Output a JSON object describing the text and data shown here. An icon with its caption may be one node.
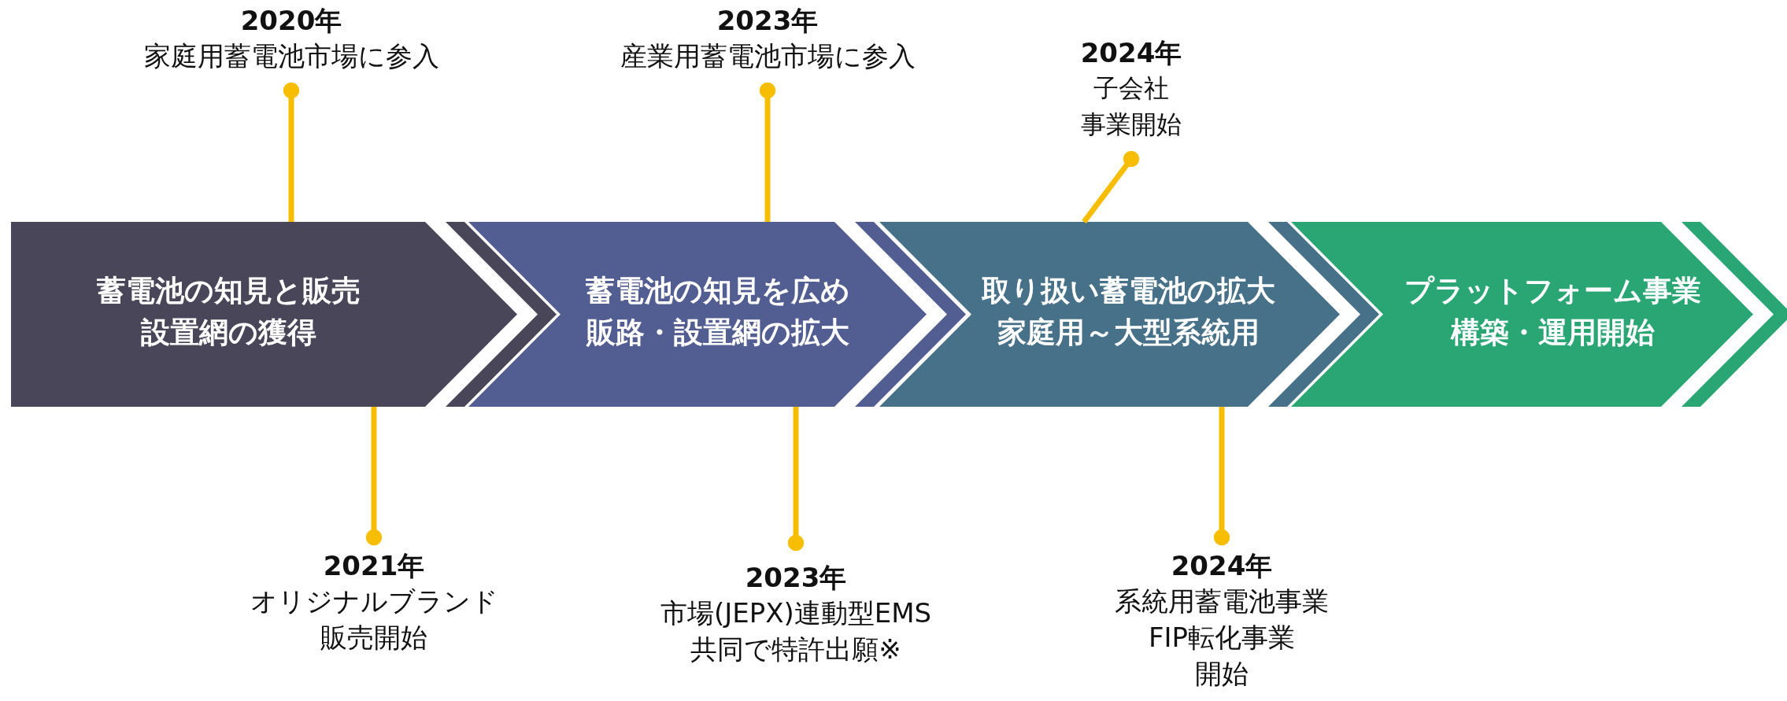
{
  "diagram": {
    "nodes": [
      {
        "text": [
          "蓄電池の知見と販売設置網の獲得"
        ]
      },
      {
        "text": [
          "蓄電池の知見を広め販路・設置網の拡大"
        ]
      },
      {
        "text": [
          "取り扱い蓄電池の拡大家庭用～大型系統用"
        ]
      },
      {
        "text": [
          "プラットフォーム事業構築・運用開始"
        ]
      },
      {
        "text": [
          "2020年",
          "家庭用蓄電池市場に参入"
        ]
      },
      {
        "text": [
          "2023年",
          "産業用蓄電池市場に参入"
        ]
      },
      {
        "text": [
          "2024年",
          "子会社事業開始"
        ]
      },
      {
        "text": [
          "2021年",
          "オリジナルブランド販売開始"
        ]
      },
      {
        "text": [
          "2023年",
          "市場(JEPX)連動型EMS共同で特許出願※"
        ]
      },
      {
        "text": [
          "2024年",
          "系統用蓄電池事業FIP転化事業開始"
        ]
      }
    ],
    "edges": [
      {
        "from": 4,
        "to": 0,
        "arrow": "other"
      },
      {
        "from": 5,
        "to": 1,
        "arrow": "other"
      },
      {
        "from": 6,
        "to": 2,
        "arrow": "other"
      },
      {
        "from": 7,
        "to": 0,
        "arrow": "other"
      },
      {
        "from": 8,
        "to": 1,
        "arrow": "other"
      },
      {
        "from": 9,
        "to": 2,
        "arrow": "other"
      }
    ]
  }
}
